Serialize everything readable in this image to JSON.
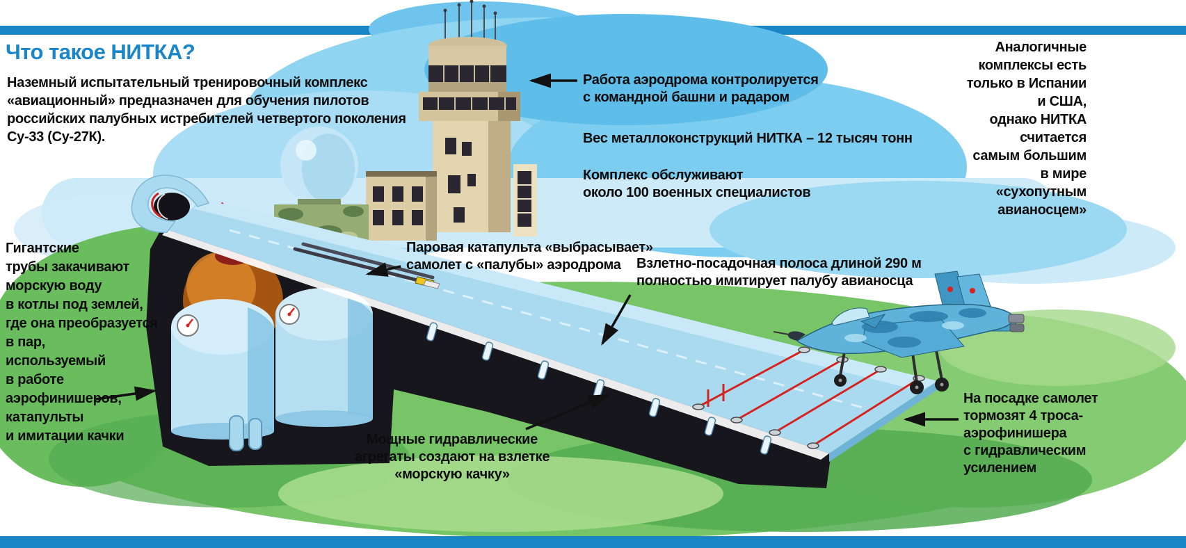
{
  "colors": {
    "divider_bar_blue": "#1a85c4",
    "title_blue": "#1a86ca",
    "text_black": "#0c0c0c",
    "sky_blue": "#8fd4f1",
    "grass_green": "#77c566",
    "deck_blue": "#a9daf0",
    "under_deck_dark": "#17161d",
    "cable_red": "#d6231f",
    "boiler_blue": "#bfe4f4",
    "tower_tan": "#e3d5b0",
    "camo_green": "#95ad72",
    "jet_blue": "#5fb3db"
  },
  "header": {
    "title": "Что такое НИТКА?",
    "intro": "Наземный испытательный тренировочный комплекс\n«авиационный» предназначен для обучения пилотов\nроссийских палубных истребителей четвертого поколения\nСу-33 (Су-27К)."
  },
  "annotations": {
    "tower_note": "Работа аэродрома контролируется\nс командной башни и радаром",
    "weight_note": "Вес металлоконструкций НИТКА – 12 тысяч тонн",
    "staff_note": "Комплекс обслуживают\nоколо 100 военных специалистов",
    "right_note": "Аналогичные\nкомплексы есть\nтолько в Испании\nи США,\nоднако НИТКА\nсчитается\nсамым большим\nв мире\n«сухопутным\nавианосцем»",
    "pipes_note": "Гигантские\nтрубы закачивают\nморскую воду\nв котлы под землей,\nгде она преобразуется\nв пар,\nиспользуемый\nв работе\nаэрофинишеров,\nкатапульты\nи имитации качки",
    "catapult_note": "Паровая катапульта «выбрасывает»\nсамолет с «палубы» аэродрома",
    "runway_note": "Взлетно-посадочная полоса длиной 290 м\nполностью имитирует палубу авианосца",
    "hydraulics_note": "Мощные гидравлические\nагрегаты создают на взлетке\n«морскую качку»",
    "landing_note": "На посадке самолет\nтормозят 4 троса-\nаэрофинишера\nс гидравлическим\nусилением"
  },
  "scene": {
    "elements": [
      "control-tower",
      "radar-dome-building",
      "ski-jump-deck",
      "steam-catapult",
      "underground-chamber",
      "steam-boilers",
      "arresting-cables",
      "su-33-fighter",
      "sky-blobs",
      "grass-blobs",
      "top-divider-bar",
      "bottom-divider-bar"
    ]
  }
}
